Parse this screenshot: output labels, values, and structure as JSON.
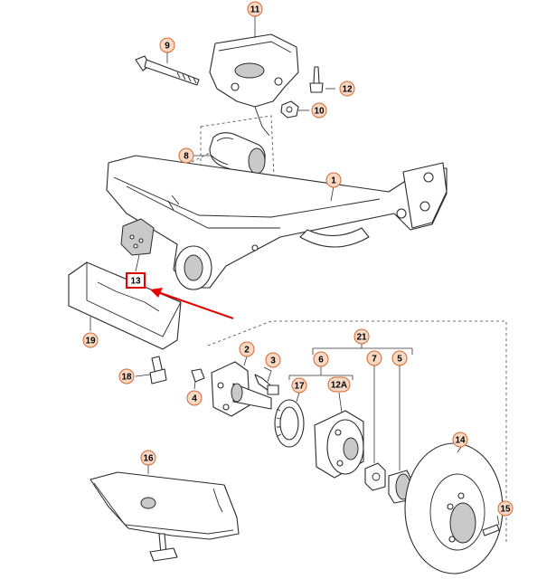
{
  "colors": {
    "callout_fill": "#f7d9c6",
    "callout_stroke": "#d9662a",
    "highlight": "#e60000"
  },
  "callouts": [
    {
      "id": "11"
    },
    {
      "id": "9"
    },
    {
      "id": "12"
    },
    {
      "id": "10"
    },
    {
      "id": "8"
    },
    {
      "id": "1"
    },
    {
      "id": "13"
    },
    {
      "id": "19"
    },
    {
      "id": "18"
    },
    {
      "id": "4"
    },
    {
      "id": "2"
    },
    {
      "id": "3"
    },
    {
      "id": "21"
    },
    {
      "id": "6"
    },
    {
      "id": "17"
    },
    {
      "id": "12A"
    },
    {
      "id": "7"
    },
    {
      "id": "5"
    },
    {
      "id": "14"
    },
    {
      "id": "16"
    },
    {
      "id": "15"
    }
  ],
  "highlighted_callout": "13"
}
